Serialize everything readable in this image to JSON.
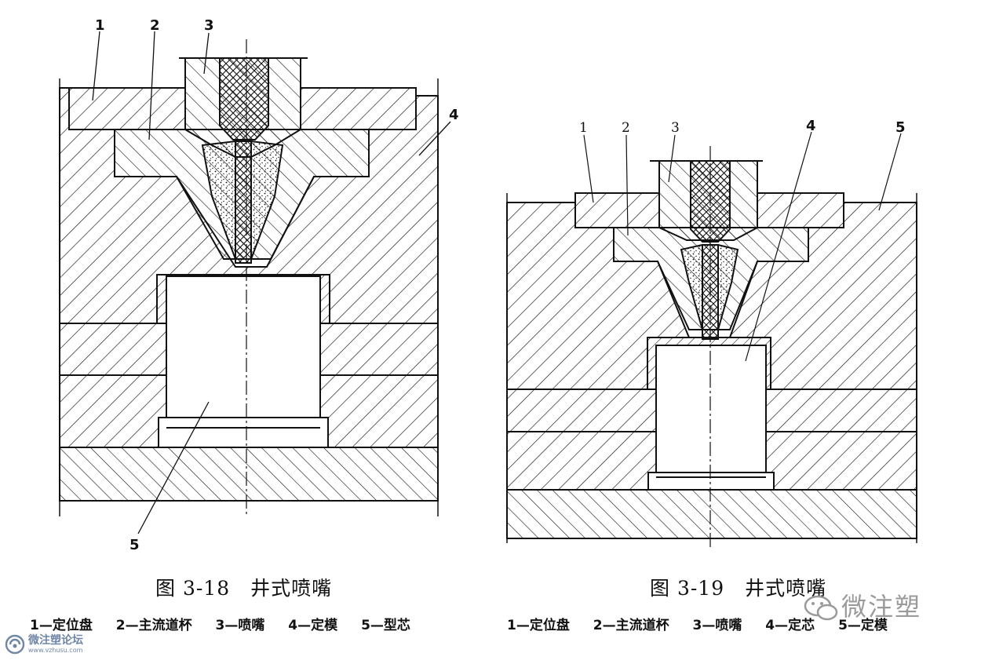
{
  "figures": [
    {
      "caption": "图 3-18　井式喷嘴",
      "legend": [
        "1—定位盘",
        "2—主流道杯",
        "3—喷嘴",
        "4—定模",
        "5—型芯"
      ],
      "part_numbers": [
        "1",
        "2",
        "3",
        "4",
        "5"
      ]
    },
    {
      "caption": "图 3-19　井式喷嘴",
      "legend": [
        "1—定位盘",
        "2—主流道杯",
        "3—喷嘴",
        "4—定芯",
        "5—定模"
      ],
      "part_numbers": [
        "1",
        "2",
        "3",
        "4",
        "5"
      ]
    }
  ],
  "watermark": {
    "brand": "微注塑",
    "forum": "微注塑论坛",
    "url": "www.vzhusu.com"
  },
  "colors": {
    "ink": "#111111",
    "watermark": "#9a9a9a",
    "forum": "#6f86a6"
  }
}
